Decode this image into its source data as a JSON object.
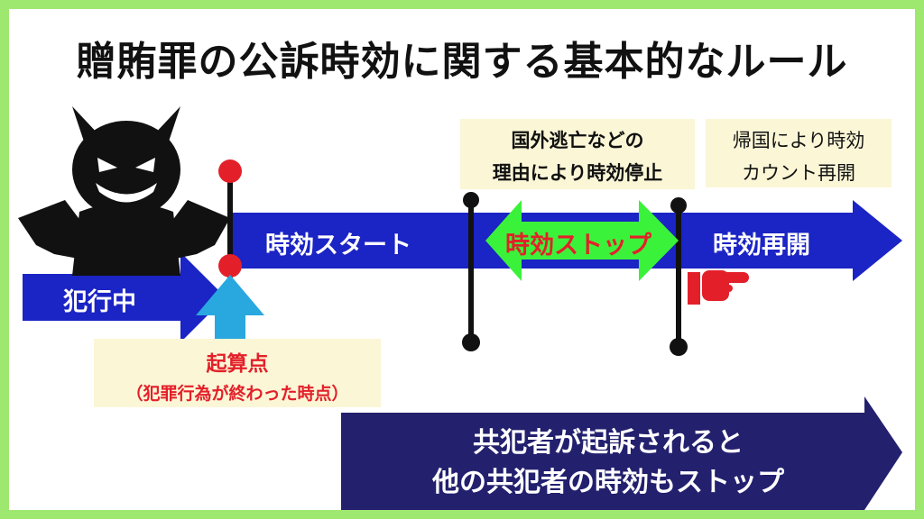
{
  "title": "贈賄罪の公訴時効に関する基本的なルール",
  "labels": {
    "in_progress": "犯行中",
    "start": "時効スタート",
    "stop": "時効ストップ",
    "resume": "時効再開",
    "origin_title": "起算点",
    "origin_note": "（犯罪行為が終わった時点）",
    "stop_reason_line1": "国外逃亡などの",
    "stop_reason_line2": "理由により時効停止",
    "resume_reason_line1": "帰国により時効",
    "resume_reason_line2": "カウント再開",
    "accomplice_line1": "共犯者が起訴されると",
    "accomplice_line2": "他の共犯者の時効もストップ"
  },
  "colors": {
    "frame": "#9fe870",
    "arrow_blue": "#1b24c4",
    "navy": "#23206e",
    "green": "#3bf23b",
    "red": "#e3202a",
    "light_blue": "#29a8e0",
    "note_bg": "#fbf6d6"
  },
  "icons": [
    "devil-icon",
    "pointing-hand-icon",
    "up-arrow-icon"
  ]
}
